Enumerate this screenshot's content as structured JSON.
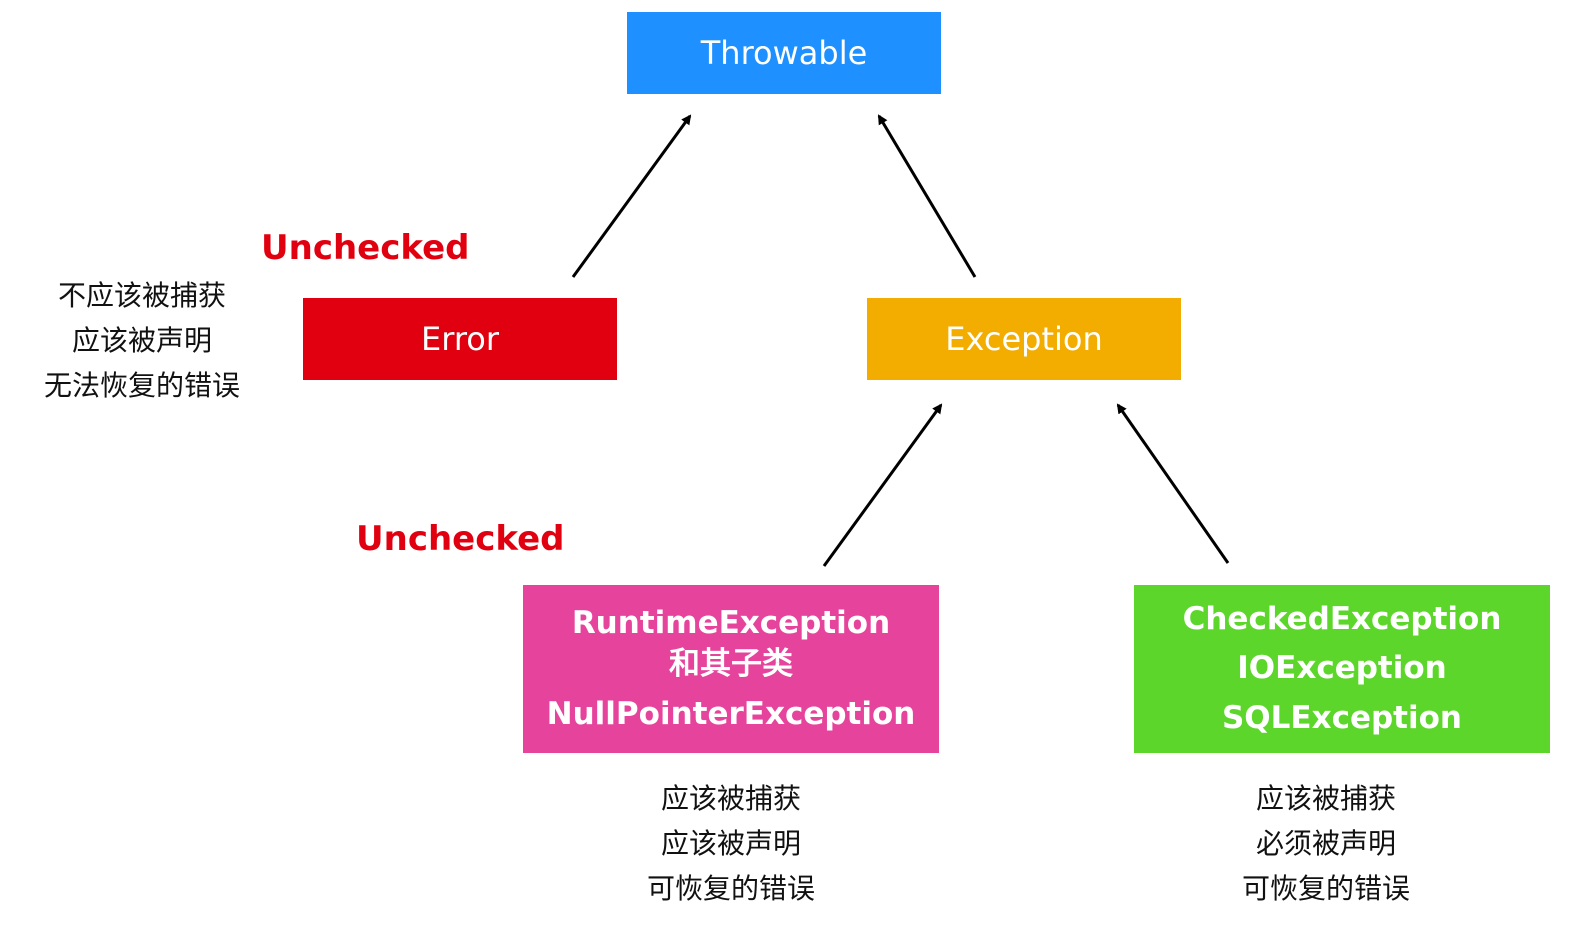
{
  "colors": {
    "throwable": "#1e90ff",
    "error": "#e1000f",
    "exception": "#f2ad00",
    "runtime": "#e6449c",
    "checked": "#5dd62b",
    "unchecked_label": "#e1000f",
    "arrow": "#000000"
  },
  "nodes": {
    "throwable": {
      "lines": [
        "Throwable"
      ]
    },
    "error": {
      "lines": [
        "Error"
      ]
    },
    "exception": {
      "lines": [
        "Exception"
      ]
    },
    "runtime": {
      "lines": [
        "RuntimeException",
        "和其子类",
        "NullPointerException"
      ]
    },
    "checked": {
      "lines": [
        "CheckedException",
        "IOException",
        "SQLException"
      ]
    }
  },
  "tags": {
    "error": "Unchecked",
    "runtime": "Unchecked"
  },
  "notes": {
    "error": [
      "不应该被捕获",
      "应该被声明",
      "无法恢复的错误"
    ],
    "runtime": [
      "应该被捕获",
      "应该被声明",
      "可恢复的错误"
    ],
    "checked": [
      "应该被捕获",
      "必须被声明",
      "可恢复的错误"
    ]
  },
  "edges": [
    {
      "from": "error",
      "to": "throwable"
    },
    {
      "from": "exception",
      "to": "throwable"
    },
    {
      "from": "runtime",
      "to": "exception"
    },
    {
      "from": "checked",
      "to": "exception"
    }
  ]
}
